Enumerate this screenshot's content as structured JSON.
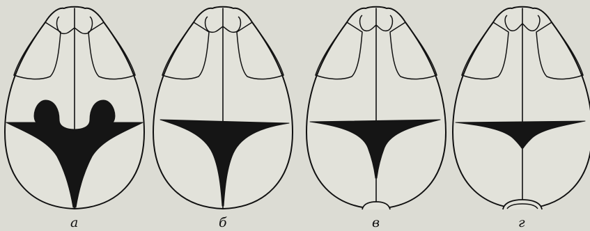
{
  "panels": [
    {
      "id": "a",
      "label": "а"
    },
    {
      "id": "b",
      "label": "б"
    },
    {
      "id": "v",
      "label": "в"
    },
    {
      "id": "g",
      "label": "г"
    }
  ]
}
